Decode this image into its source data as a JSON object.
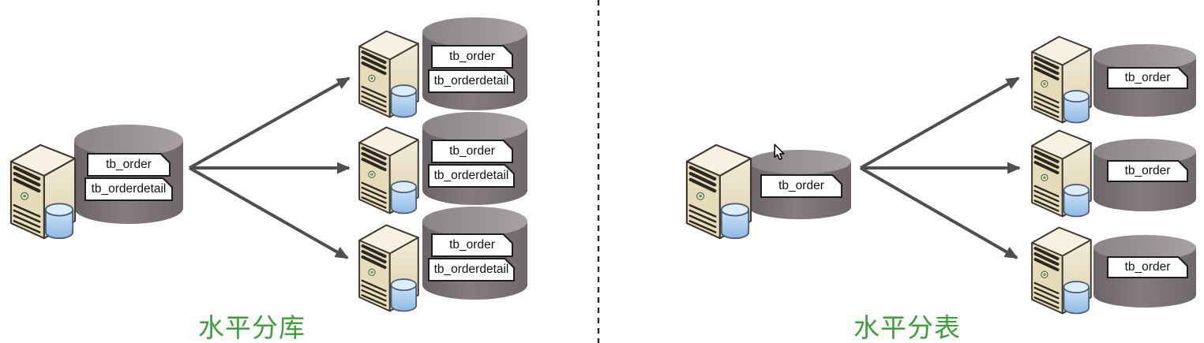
{
  "diagram": {
    "left": {
      "caption": "水平分库",
      "source": {
        "tables": [
          "tb_order",
          "tb_orderdetail"
        ]
      },
      "targets": [
        {
          "tables": [
            "tb_order",
            "tb_orderdetail"
          ]
        },
        {
          "tables": [
            "tb_order",
            "tb_orderdetail"
          ]
        },
        {
          "tables": [
            "tb_order",
            "tb_orderdetail"
          ]
        }
      ]
    },
    "right": {
      "caption": "水平分表",
      "source": {
        "tables": [
          "tb_order"
        ]
      },
      "targets": [
        {
          "tables": [
            "tb_order"
          ]
        },
        {
          "tables": [
            "tb_order"
          ]
        },
        {
          "tables": [
            "tb_order"
          ]
        }
      ]
    },
    "colors": {
      "caption_green": "#3e9e3a",
      "cylinder_body": "#7a7175",
      "cylinder_top": "#989194",
      "arrow_gray": "#4f4f4f",
      "divider_dark": "#2b2b2b",
      "server_beige": "#e7dcba",
      "label_bg": "#ffffff",
      "label_border": "#1c1c1c",
      "mini_db_blue": "#a9cdf1"
    },
    "icons": {
      "server": "server-tower-icon",
      "database": "database-cylinder-icon",
      "cursor": "mouse-cursor-icon"
    }
  }
}
